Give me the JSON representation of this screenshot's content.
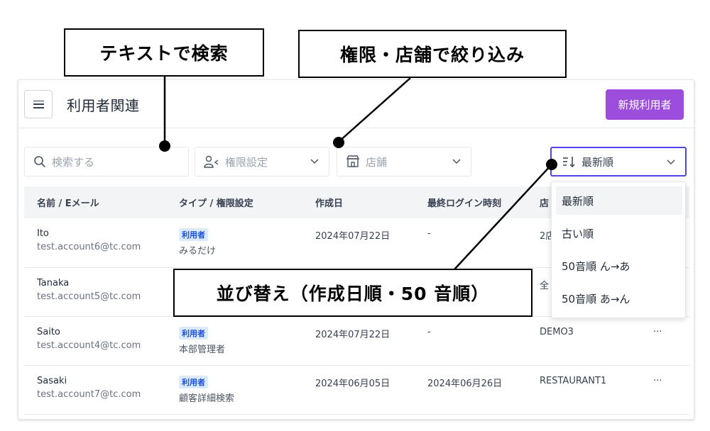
{
  "header": {
    "title": "利用者関連",
    "new_user_button": "新規利用者",
    "menu_icon": "hamburger-icon"
  },
  "filters": {
    "search_placeholder": "検索する",
    "role_placeholder": "権限設定",
    "store_placeholder": "店舗",
    "sort_value": "最新順"
  },
  "table": {
    "columns": [
      "名前 / Eメール",
      "タイプ / 権限設定",
      "作成日",
      "最終ログイン時刻",
      "店"
    ],
    "rows": [
      {
        "name": "Ito",
        "email": "test.account6@tc.com",
        "type": "利用者",
        "role": "みるだけ",
        "created": "2024年07月22日",
        "last_login": "-",
        "store": "2店",
        "more": "···"
      },
      {
        "name": "Tanaka",
        "email": "test.account5@tc.com",
        "type": "",
        "role": "",
        "created": "",
        "last_login": "",
        "store": "全",
        "more": ""
      },
      {
        "name": "Saito",
        "email": "test.account4@tc.com",
        "type": "利用者",
        "role": "本部管理者",
        "created": "2024年07月22日",
        "last_login": "-",
        "store": "DEMO3",
        "more": "···"
      },
      {
        "name": "Sasaki",
        "email": "test.account7@tc.com",
        "type": "利用者",
        "role": "顧客詳細検索",
        "created": "2024年06月05日",
        "last_login": "2024年06月26日",
        "store": "RESTAURANT1",
        "more": "···"
      }
    ]
  },
  "sort_menu": {
    "options": [
      "最新順",
      "古い順",
      "50音順 ん→あ",
      "50音順 あ→ん"
    ],
    "selected": "最新順"
  },
  "callouts": {
    "search": "テキストで検索",
    "filter": "権限・店舗で絞り込み",
    "sort": "並び替え（作成日順・50 音順）"
  },
  "colors": {
    "primary": "#9d4ddb",
    "focus_border": "#4f46e5",
    "badge_bg": "#dbeafe",
    "badge_text": "#1d4ed8"
  }
}
